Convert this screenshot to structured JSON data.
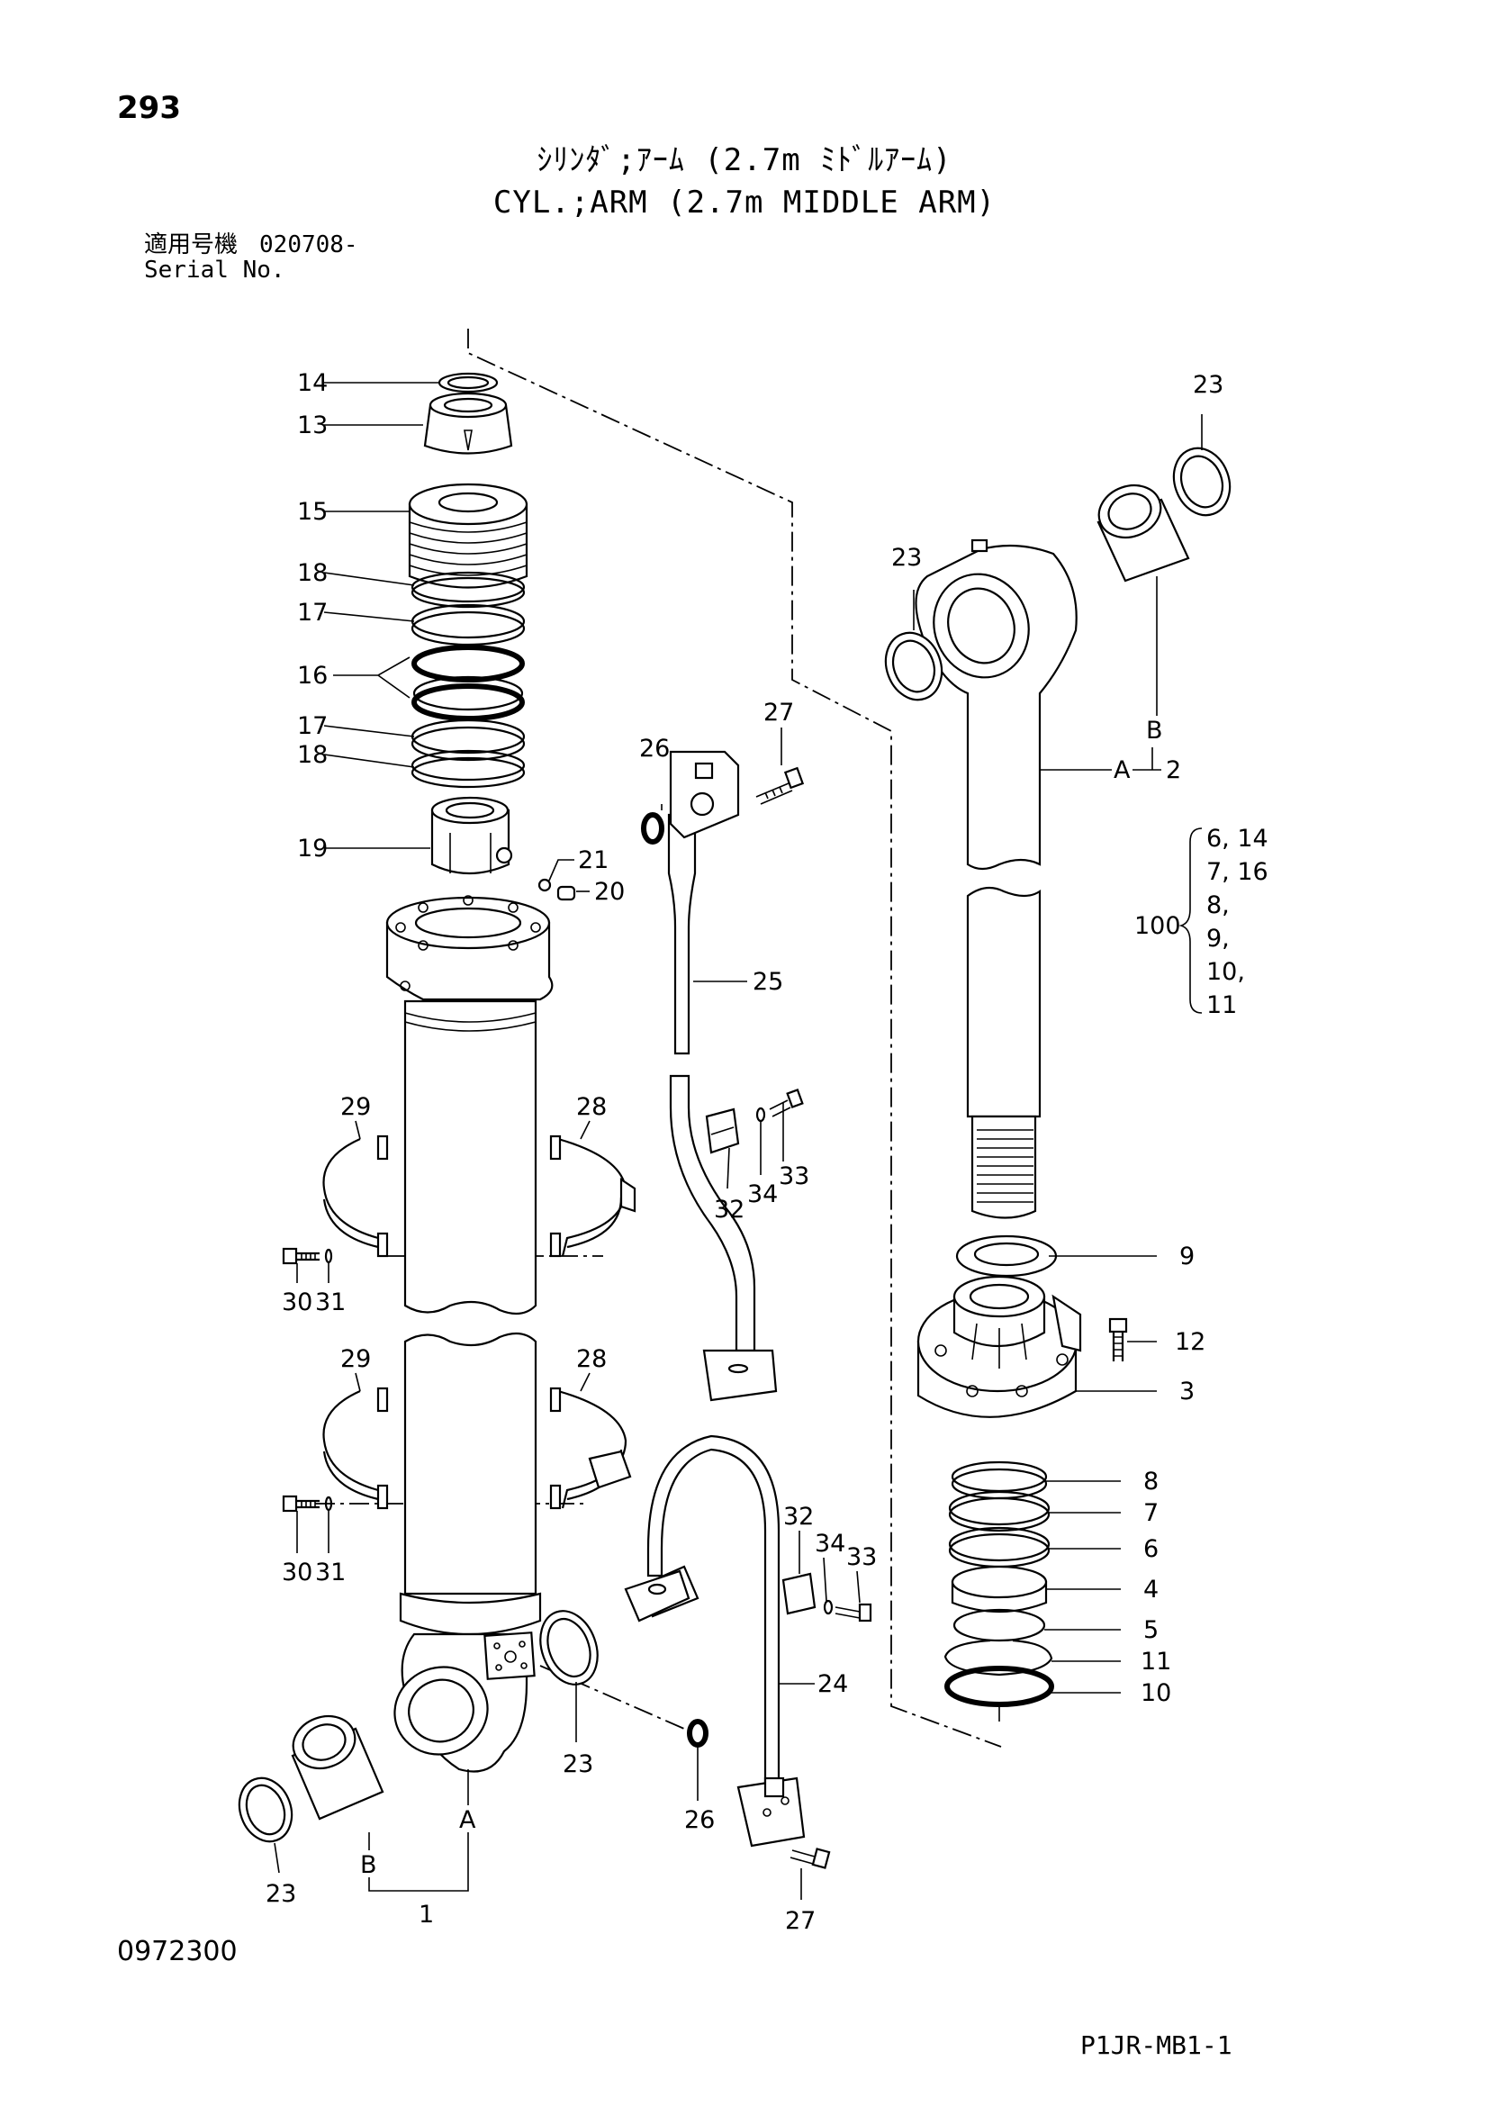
{
  "header": {
    "page_number": "293",
    "title_jp": "ｼﾘﾝﾀﾞ;ｱｰﾑ (2.7m ﾐﾄﾞﾙｱｰﾑ)",
    "title_en": "CYL.;ARM (2.7m MIDDLE ARM)",
    "serial_label_jp": "適用号機",
    "serial_value": "020708-",
    "serial_label_en": "Serial No."
  },
  "footer": {
    "doc_number": "0972300",
    "figure_code": "P1JR-MB1-1"
  },
  "callouts": {
    "c14": "14",
    "c13": "13",
    "c15": "15",
    "c18a": "18",
    "c17a": "17",
    "c16": "16",
    "c17b": "17",
    "c18b": "18",
    "c19": "19",
    "c21": "21",
    "c20": "20",
    "c26a": "26",
    "c27a": "27",
    "c25": "25",
    "c29a": "29",
    "c28a": "28",
    "c32a": "32",
    "c34a": "34",
    "c33a": "33",
    "c30a": "30",
    "c31a": "31",
    "c29b": "29",
    "c28b": "28",
    "c30b": "30",
    "c31b": "31",
    "c32b": "32",
    "c34b": "34",
    "c33b": "33",
    "c24": "24",
    "c23a": "23",
    "c23b": "23",
    "c26b": "26",
    "c27b": "27",
    "cA1": "A",
    "cB1": "B",
    "c1": "1",
    "c23c": "23",
    "c23d": "23",
    "cB2": "B",
    "cA2": "A",
    "c2": "2",
    "c9": "9",
    "c12": "12",
    "c3": "3",
    "c8": "8",
    "c7": "7",
    "c6": "6",
    "c4": "4",
    "c5": "5",
    "c11": "11",
    "c10": "10"
  },
  "kit": {
    "number": "100",
    "items": [
      "6, 14",
      "7, 16",
      "8,",
      "9,",
      "10,",
      "11"
    ]
  }
}
